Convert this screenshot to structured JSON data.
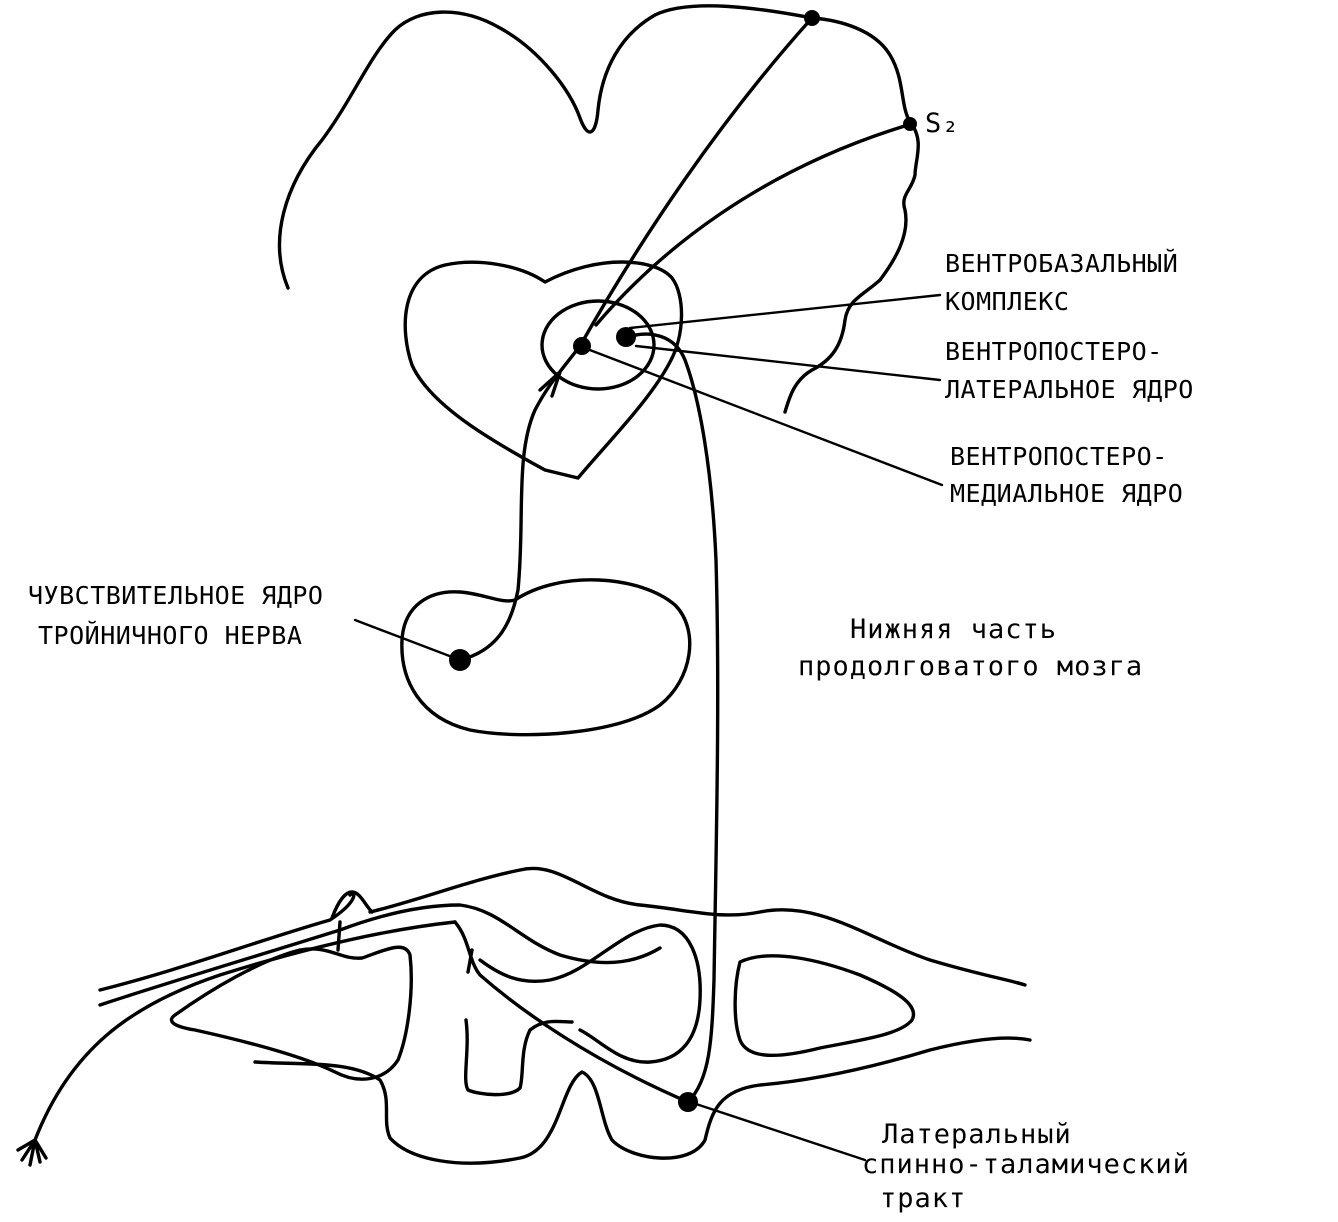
{
  "labels": {
    "s1": "",
    "s2": "S₂",
    "ventrobasal_1": "ВЕНТРОБАЗАЛЬНЫЙ",
    "ventrobasal_2": "КОМПЛЕКС",
    "vpl_1": "ВЕНТРОПОСТЕРО-",
    "vpl_2": "ЛАТЕРАЛЬНОЕ ЯДРО",
    "vpm_1": "ВЕНТРОПОСТЕРО-",
    "vpm_2": "МЕДИАЛЬНОЕ ЯДРО",
    "trigeminal_1": "ЧУВСТВИТЕЛЬНОЕ ЯДРО",
    "trigeminal_2": "ТРОЙНИЧНОГО НЕРВА",
    "medulla_1": "Нижняя часть",
    "medulla_2": "продолговатого мозга",
    "spinothalamic_1": "Латеральный",
    "spinothalamic_2": "спинно-таламический",
    "spinothalamic_3": "тракт"
  }
}
